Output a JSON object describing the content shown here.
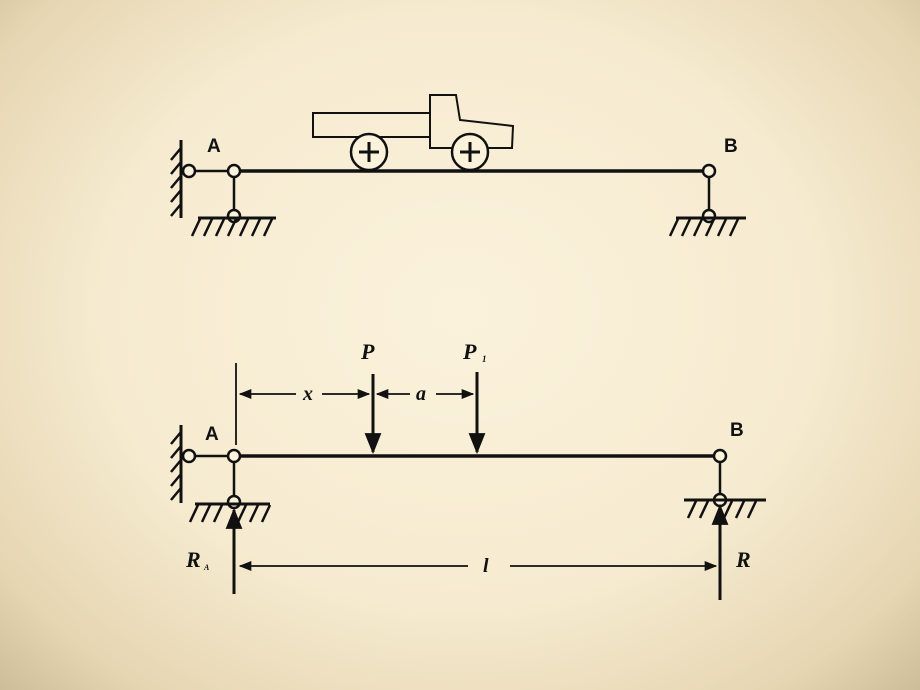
{
  "top_figure": {
    "label_A": "A",
    "label_B": "B"
  },
  "bottom_figure": {
    "label_A": "A",
    "label_B": "B",
    "load_P": "P",
    "load_P1": "P",
    "load_P1_subscript": "1",
    "dim_x": "x",
    "dim_a": "a",
    "dim_l": "l",
    "reaction_A": "R",
    "reaction_A_subscript": "A",
    "reaction_B": "R"
  },
  "colors": {
    "ink": "#111111",
    "background": "#f6ebd0"
  }
}
